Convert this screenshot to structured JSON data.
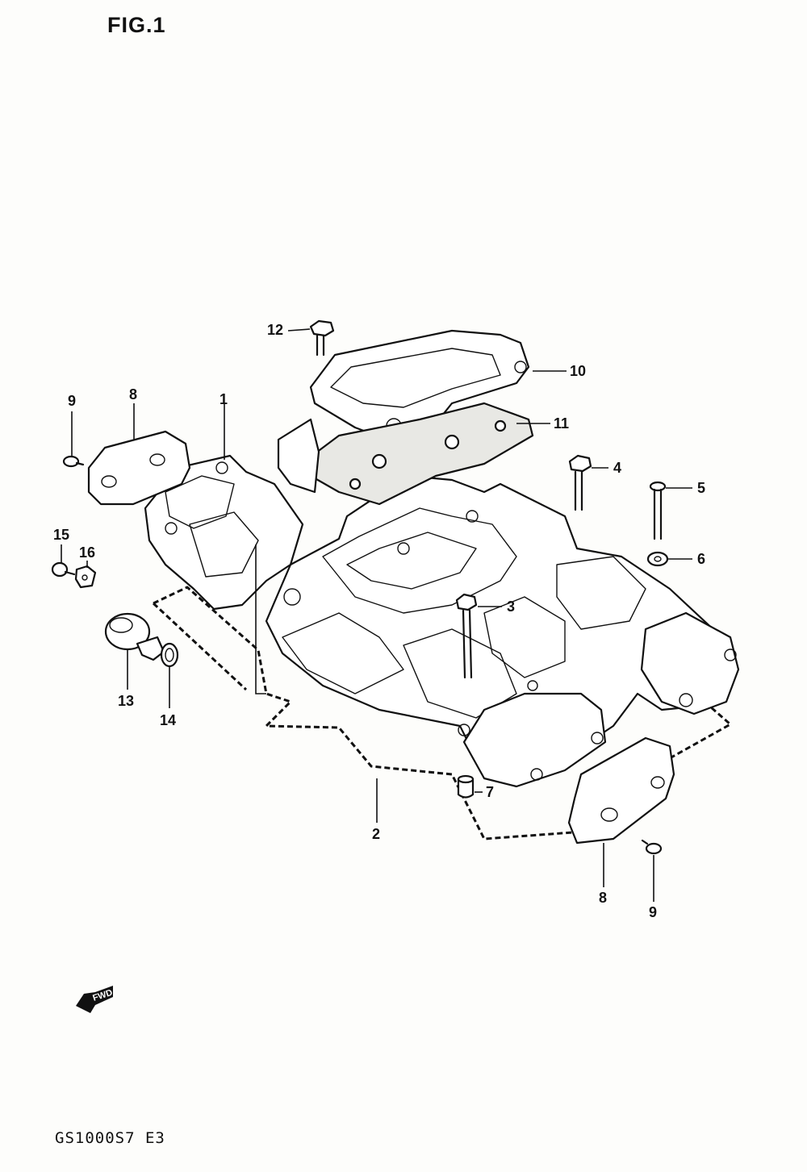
{
  "figure": {
    "title": "FIG.1",
    "model_code": "GS1000S7 E3",
    "direction_label": "FWD"
  },
  "callouts": [
    {
      "id": "c1",
      "text": "1"
    },
    {
      "id": "c2",
      "text": "2"
    },
    {
      "id": "c3",
      "text": "3"
    },
    {
      "id": "c4",
      "text": "4"
    },
    {
      "id": "c5",
      "text": "5"
    },
    {
      "id": "c6",
      "text": "6"
    },
    {
      "id": "c7",
      "text": "7"
    },
    {
      "id": "c8a",
      "text": "8"
    },
    {
      "id": "c8b",
      "text": "8"
    },
    {
      "id": "c9a",
      "text": "9"
    },
    {
      "id": "c9b",
      "text": "9"
    },
    {
      "id": "c10",
      "text": "10"
    },
    {
      "id": "c11",
      "text": "11"
    },
    {
      "id": "c12",
      "text": "12"
    },
    {
      "id": "c13",
      "text": "13"
    },
    {
      "id": "c14",
      "text": "14"
    },
    {
      "id": "c15",
      "text": "15"
    },
    {
      "id": "c16",
      "text": "16"
    }
  ]
}
